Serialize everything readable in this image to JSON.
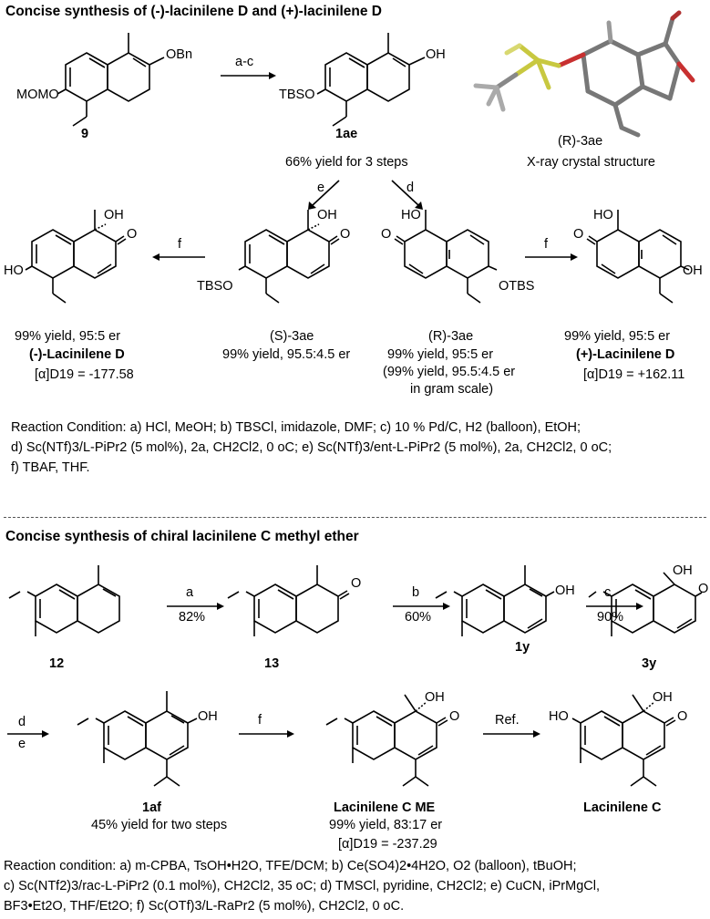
{
  "part1": {
    "title": "Concise synthesis of (-)-lacinilene D and (+)-lacinilene D",
    "compound_9": "9",
    "compound_1ae": "1ae",
    "grp_obn": "OBn",
    "grp_momo": "MOMO",
    "grp_oh_1ae": "OH",
    "grp_tbso_1ae": "TBSO",
    "arrow_abc": "a-c",
    "yield_3steps": "66% yield for 3 steps",
    "xray_label": "(R)-3ae",
    "xray_caption": "X-ray crystal structure",
    "arrow_e": "e",
    "arrow_d": "d",
    "arrow_f_left": "f",
    "arrow_f_right": "f",
    "s3ae": {
      "label": "(S)-3ae",
      "yield": "99% yield, 95.5:4.5 er",
      "tbso": "TBSO",
      "oh": "OH",
      "o": "O"
    },
    "r3ae": {
      "label": "(R)-3ae",
      "yield": "99% yield, 95:5 er",
      "gram1": "(99% yield, 95.5:4.5 er",
      "gram2": "in gram scale)",
      "ho": "HO",
      "o": "O",
      "otbs": "OTBS"
    },
    "minus_lacD": {
      "name": "(-)-Lacinilene D",
      "yield": "99% yield, 95:5 er",
      "rotation": "[α]D19 = -177.58",
      "ho": "HO",
      "oh": "OH",
      "o": "O"
    },
    "plus_lacD": {
      "name": "(+)-Lacinilene D",
      "yield": "99% yield, 95:5 er",
      "rotation": "[α]D19 = +162.11",
      "ho": "HO",
      "o": "O",
      "oh": "OH"
    },
    "conditions_lines": [
      "Reaction Condition: a) HCl, MeOH; b) TBSCl, imidazole, DMF; c) 10 % Pd/C, H2 (balloon), EtOH;",
      "d) Sc(NTf)3/L-PiPr2 (5 mol%), 2a, CH2Cl2, 0 oC; e) Sc(NTf)3/ent-L-PiPr2 (5 mol%), 2a, CH2Cl2, 0 oC;",
      "f) TBAF, THF."
    ]
  },
  "part2": {
    "title": "Concise synthesis of chiral lacinilene C methyl ether",
    "c12": "12",
    "c13": "13",
    "c1y": "1y",
    "c3y": "3y",
    "c1af": "1af",
    "arrow_a": "a",
    "arrow_a_yield": "82%",
    "arrow_b": "b",
    "arrow_b_yield": "60%",
    "arrow_c": "c",
    "arrow_c_yield": "90%",
    "arrow_d": "d",
    "arrow_e": "e",
    "arrow_f": "f",
    "arrow_ref": "Ref.",
    "oh": "OH",
    "o": "O",
    "ho": "HO",
    "yield_1af": "45% yield for two steps",
    "lacC_me": {
      "name": "Lacinilene C ME",
      "yield": "99% yield, 83:17 er",
      "rotation": "[α]D19 = -237.29"
    },
    "lacC": {
      "name": "Lacinilene C"
    },
    "conditions_lines": [
      "Reaction condition: a) m-CPBA, TsOH•H2O, TFE/DCM; b) Ce(SO4)2•4H2O, O2 (balloon), tBuOH;",
      "c) Sc(NTf2)3/rac-L-PiPr2 (0.1 mol%), CH2Cl2, 35 oC; d) TMSCl, pyridine, CH2Cl2; e) CuCN, iPrMgCl,",
      "BF3•Et2O, THF/Et2O; f) Sc(OTf)3/L-RaPr2 (5 mol%), CH2Cl2, 0 oC."
    ]
  }
}
